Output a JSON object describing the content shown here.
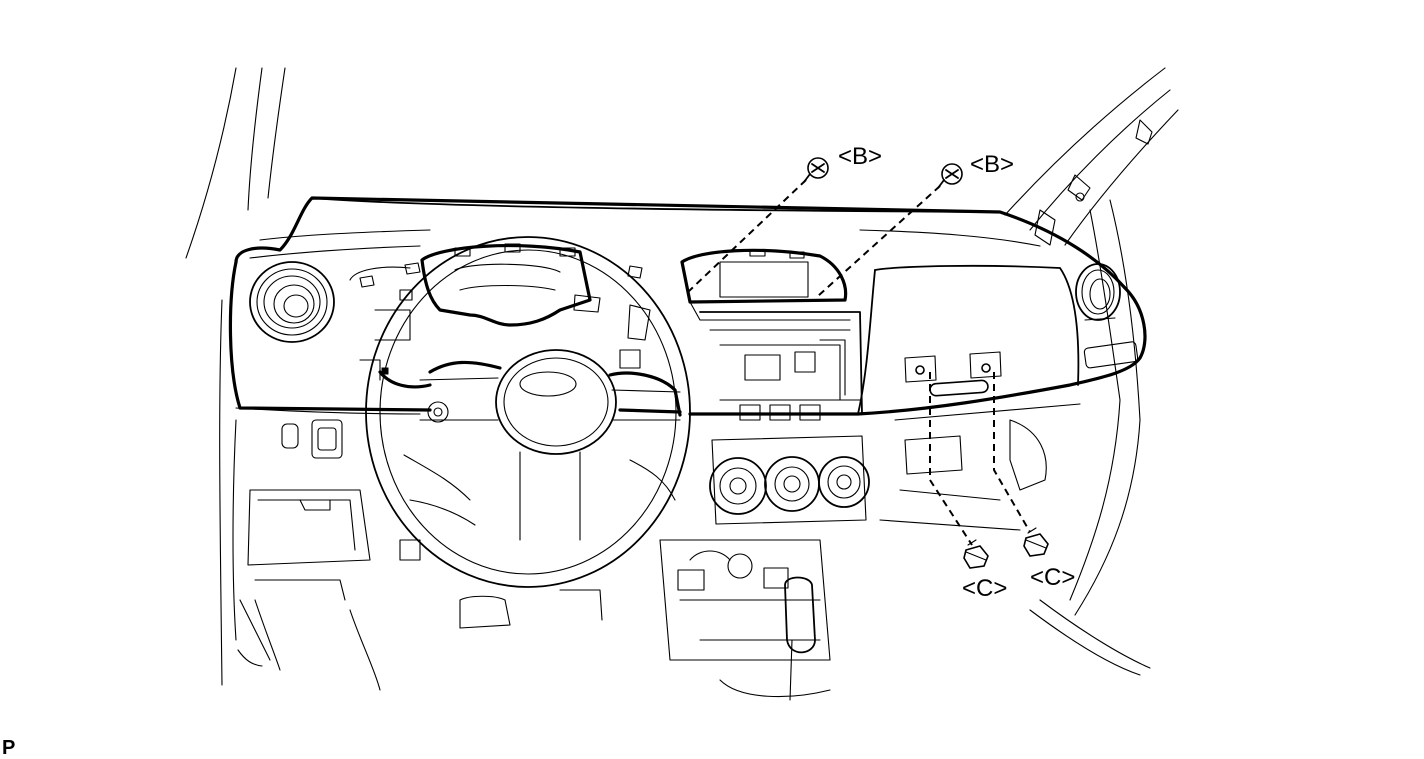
{
  "callouts": {
    "b_left": "<B>",
    "b_right": "<B>",
    "c_left": "<C>",
    "c_right": "<C>"
  },
  "corner_mark": "P"
}
